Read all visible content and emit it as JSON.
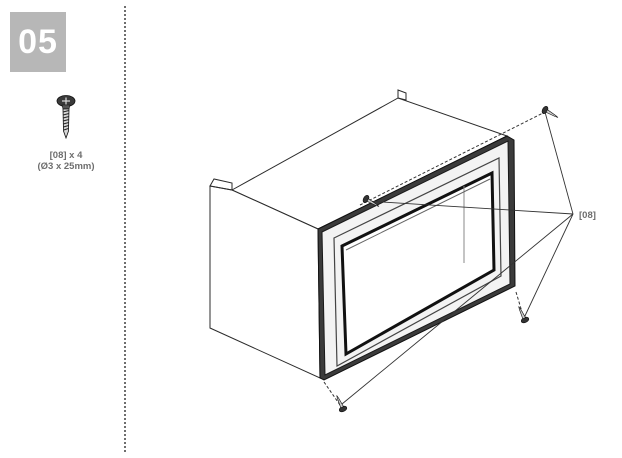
{
  "step": {
    "number": "05"
  },
  "part": {
    "quantity": "[08] x 4",
    "size": "(Ø3 x 25mm)",
    "icon": "wood-screw-icon"
  },
  "callout": {
    "label": "[08]"
  },
  "colors": {
    "badge": "#b7b7b7",
    "line": "#2b2b2b",
    "label": "#6e6e6e"
  }
}
